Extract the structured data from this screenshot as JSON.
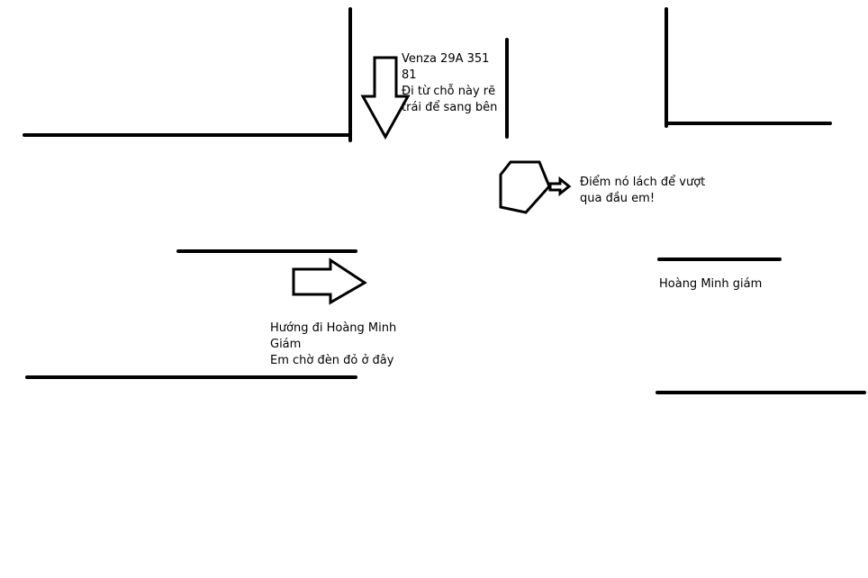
{
  "colors": {
    "ink": "#000000",
    "background": "#ffffff"
  },
  "labels": {
    "car": {
      "lines": [
        "Venza 29A 351",
        "81",
        "Đi từ chỗ này rẽ",
        "trái để sang bên"
      ]
    },
    "overtake": {
      "lines": [
        "Điểm nó lách để vượt",
        "qua đầu em!"
      ]
    },
    "street_right": {
      "lines": [
        "Hoàng Minh giám"
      ]
    },
    "my_position": {
      "lines": [
        "Hướng đi Hoàng Minh",
        "Giám",
        "Em chờ đèn đỏ ở đây"
      ]
    }
  },
  "icons": {
    "down_arrow": "arrow-down-outline",
    "right_arrow": "arrow-right-outline",
    "hexagon": "hexagon-outline",
    "small_arrow": "arrow-right-small-outline"
  }
}
